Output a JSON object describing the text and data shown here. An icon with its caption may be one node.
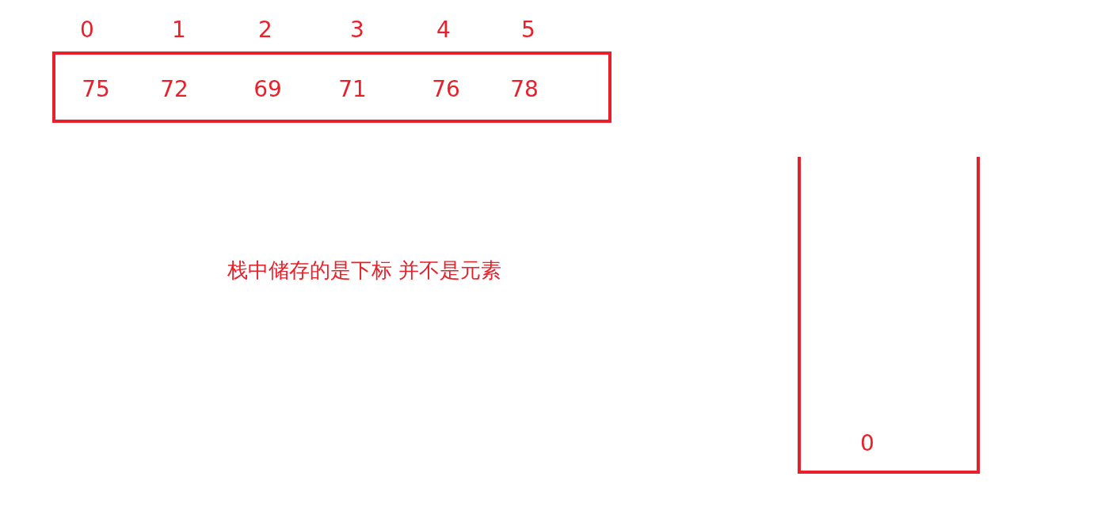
{
  "diagram": {
    "nodes": [
      {
        "text": [
          "75",
          "72",
          "69",
          "71",
          "76",
          "78"
        ]
      },
      {
        "text": [
          "0"
        ]
      }
    ],
    "labels": [
      "0",
      "1",
      "2",
      "3",
      "4",
      "5",
      "栈中储存的是下标 并不是元素"
    ]
  }
}
